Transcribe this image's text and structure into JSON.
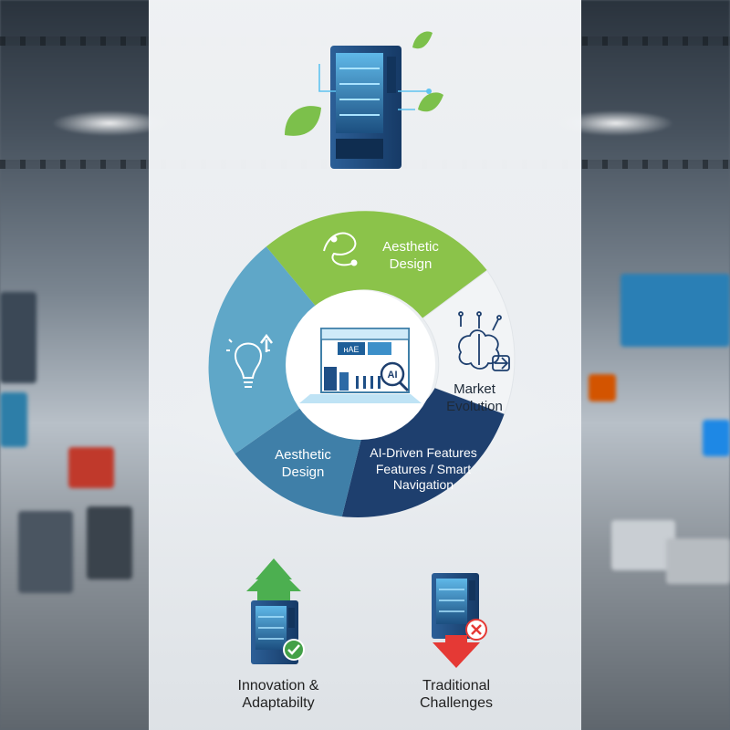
{
  "segments": {
    "top": {
      "label": "Aesthetic\nDesign",
      "color": "#8bc34a"
    },
    "right": {
      "label": "Market\nEvolution",
      "color": "#f2f4f6"
    },
    "bottom_right": {
      "label": "AI-Driven Features\nFeatures / Smart\nNavigation",
      "color": "#1e3f6e"
    },
    "bottom_left": {
      "label": "Aesthetic\nDesign",
      "color": "#3f7fa8"
    },
    "left": {
      "color": "#5fa7c8"
    }
  },
  "center": {
    "sign_text": "AI"
  },
  "bottom": {
    "left_caption": "Innovation &\nAdaptabilty",
    "right_caption": "Traditional\nChallenges"
  },
  "colors": {
    "up_arrow": "#4caf50",
    "down_arrow": "#e53935",
    "check": "#43a047",
    "cross": "#e53935",
    "machine": "#1f4f86"
  }
}
